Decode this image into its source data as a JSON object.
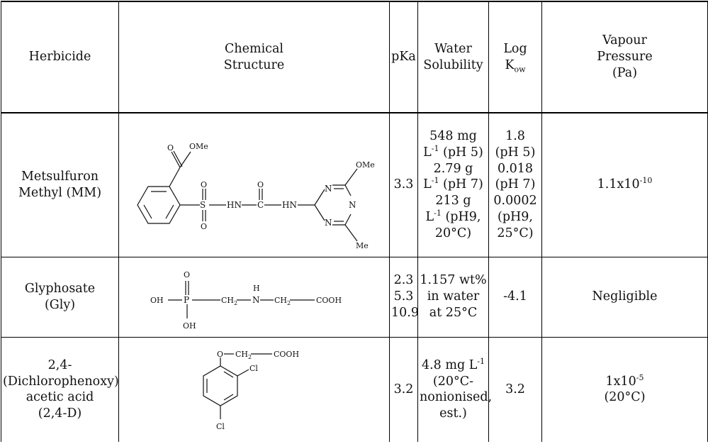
{
  "headers": {
    "herbicide": "Herbicide",
    "structure": [
      "Chemical",
      "Structure"
    ],
    "pka": "pKa",
    "water": [
      "Water",
      "Solubility"
    ],
    "logkow": {
      "log": "Log",
      "k": "K",
      "sub": "ow"
    },
    "vapour": [
      "Vapour",
      "Pressure",
      "(Pa)"
    ]
  },
  "mm": {
    "name": [
      "Metsulfuron",
      "Methyl (MM)"
    ],
    "pka": "3.3",
    "water": [
      {
        "a": "548 mg"
      },
      {
        "pre": "L",
        "sup": "-1",
        "post": " (pH 5)"
      },
      {
        "a": "2.79 g"
      },
      {
        "pre": "L",
        "sup": "-1",
        "post": " (pH 7)"
      },
      {
        "a": "213 g"
      },
      {
        "pre": "L",
        "sup": "-1",
        "post": " (pH9,"
      },
      {
        "a": "20°C)"
      }
    ],
    "logkow": [
      "1.8",
      "(pH 5)",
      "0.018",
      "(pH 7)",
      "0.0002",
      "(pH9,",
      "25°C)"
    ],
    "vapour": {
      "base": "1.1x10",
      "exp": "-10"
    },
    "structure_labels": {
      "ome_ester": "OMe",
      "o_ester": "O",
      "o_sulfonyl_top": "O",
      "o_sulfonyl_bottom": "O",
      "s": "S",
      "hn1": "HN",
      "c": "C",
      "hn2": "HN",
      "o_carbonyl": "O",
      "n_top": "N",
      "n_right": "N",
      "n_bottom": "N",
      "ome_ring": "OMe",
      "me": "Me"
    }
  },
  "gly": {
    "name": [
      "Glyphosate",
      "(Gly)"
    ],
    "pka": [
      "2.3",
      "5.3",
      "10.9"
    ],
    "water": [
      "1.157 wt%",
      "in water",
      "at 25°C"
    ],
    "logkow": "-4.1",
    "vapour": "Negligible",
    "structure_labels": {
      "oh_left": "OH",
      "p": "P",
      "o_top": "O",
      "oh_bottom": "OH",
      "ch2_a": "CH",
      "ch2_a_sub": "2",
      "h": "H",
      "n": "N",
      "ch2_b": "CH",
      "ch2_b_sub": "2",
      "cooh": "COOH"
    }
  },
  "d24": {
    "name": [
      "2,4-",
      "(Dichlorophenoxy)",
      "acetic acid",
      "(2,4-D)"
    ],
    "pka": "3.2",
    "water": {
      "l1_pre": "4.8 mg L",
      "l1_sup": "-1",
      "lines": [
        "(20°C-",
        "nonionised,",
        "est.)"
      ]
    },
    "logkow": "3.2",
    "vapour": {
      "base": "1x10",
      "exp": "-5",
      "line2": "(20°C)"
    },
    "structure_labels": {
      "o": "O",
      "ch2": "CH",
      "ch2_sub": "2",
      "cooh": "COOH",
      "cl_ortho": "Cl",
      "cl_para": "Cl"
    }
  }
}
